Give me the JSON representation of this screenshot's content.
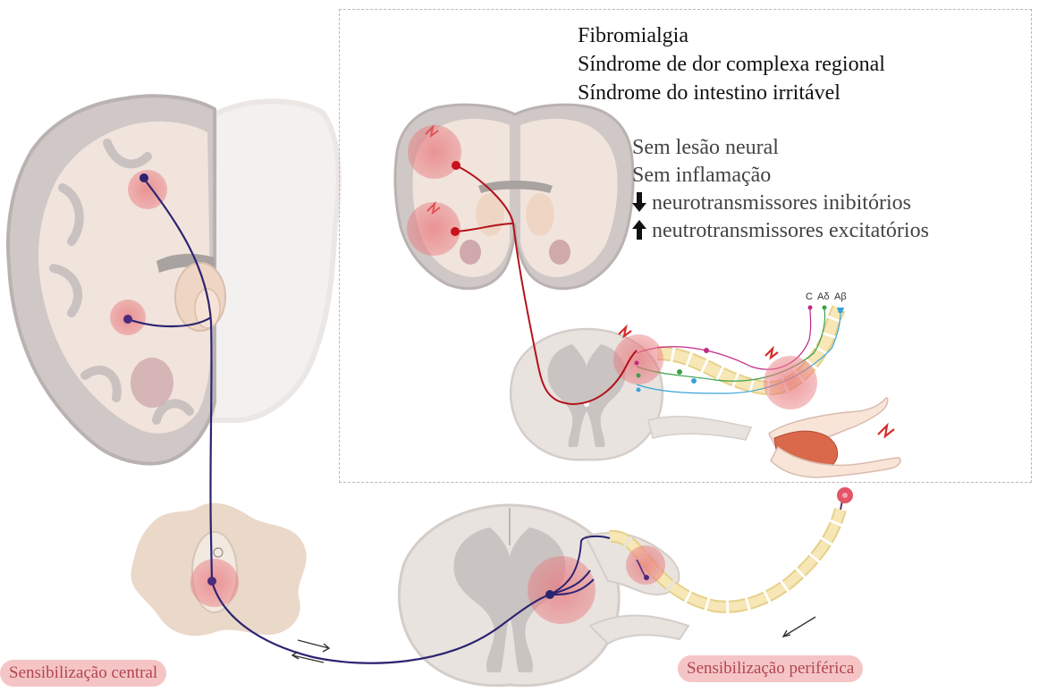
{
  "inset": {
    "conditions": [
      "Fibromialgia",
      "Síndrome de dor complexa regional",
      "Síndrome do intestino irritável"
    ],
    "features": [
      "Sem lesão neural",
      "Sem inflamação"
    ],
    "neurotransmitters": [
      {
        "direction": "down",
        "icon": "down-arrow-icon",
        "label": "neurotransmissores inibitórios"
      },
      {
        "direction": "up",
        "icon": "up-arrow-icon",
        "label": "neutrotransmissores excitatórios"
      }
    ],
    "fiber_labels": {
      "c": "C",
      "a_delta": "Aδ",
      "a_beta": "Aβ"
    }
  },
  "labels": {
    "central": "Sensibilização central",
    "peripheral": "Sensibilização periférica"
  },
  "colors": {
    "pathway": "#2b2470",
    "inset_pathway": "#b3121b",
    "highlight": "#e8777c",
    "badge_bg": "#f5c5c6",
    "badge_text": "#b24550",
    "nerve_segment": "#f7e7b6",
    "brain_gray": "#bdb7b5",
    "brain_tissue": "#f1e4dc",
    "spinal_tissue": "#e9e3df",
    "spinal_gray": "#c9c3c1",
    "fiber_c": "#c02a86",
    "fiber_a_delta": "#3aa14a",
    "fiber_a_beta": "#3aa3d8"
  }
}
